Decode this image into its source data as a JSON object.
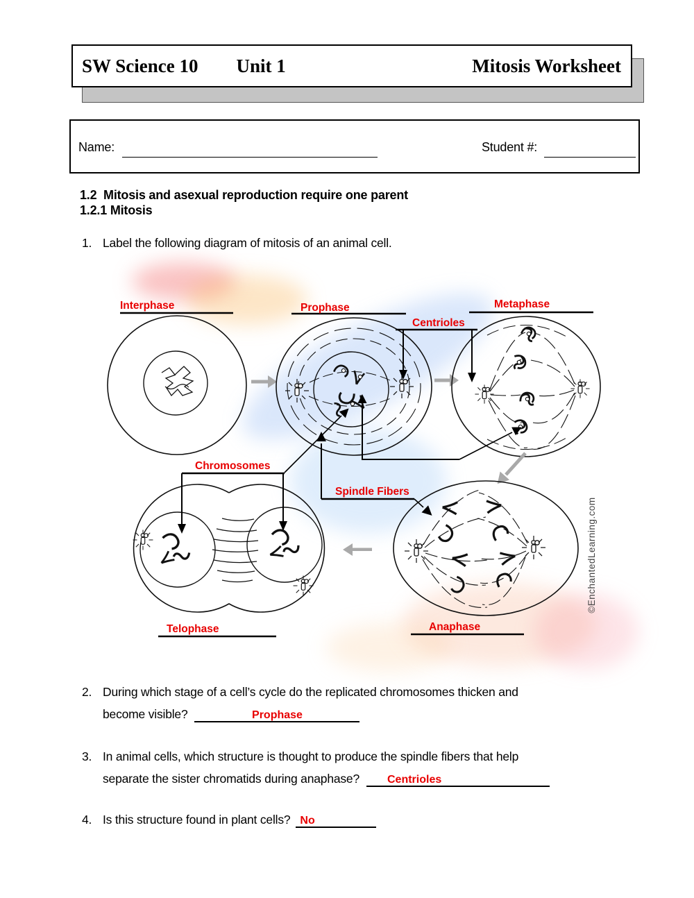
{
  "header": {
    "course": "SW Science 10",
    "unit": "Unit 1",
    "title": "Mitosis Worksheet"
  },
  "name_box": {
    "name_label": "Name:",
    "student_label": "Student #:"
  },
  "section": {
    "heading1": "1.2  Mitosis and asexual reproduction require one parent",
    "heading2": "1.2.1 Mitosis"
  },
  "questions": {
    "q1": {
      "number": "1.",
      "text": "Label the following diagram of mitosis of an animal cell."
    },
    "q2": {
      "number": "2.",
      "line1": "During which stage of a cell’s cycle do the replicated chromosomes thicken and",
      "line2": "become visible?",
      "answer": "Prophase"
    },
    "q3": {
      "number": "3.",
      "line1": "In animal cells, which structure is thought to produce the spindle fibers that help",
      "line2": "separate the sister chromatids during anaphase?",
      "answer": "Centrioles"
    },
    "q4": {
      "number": "4.",
      "text": "Is this structure found in plant cells?",
      "answer": "No"
    }
  },
  "diagram": {
    "labels": {
      "interphase": "Interphase",
      "prophase": "Prophase",
      "metaphase": "Metaphase",
      "centrioles": "Centrioles",
      "chromosomes": "Chromosomes",
      "spindle_fibers": "Spindle Fibers",
      "telophase": "Telophase",
      "anaphase": "Anaphase"
    },
    "watermark": "©EnchantedLearning.com",
    "colors": {
      "label_red": "#e80000",
      "arrow_gray": "#a9a9a9",
      "header_shadow": "#c4c4c4"
    }
  }
}
